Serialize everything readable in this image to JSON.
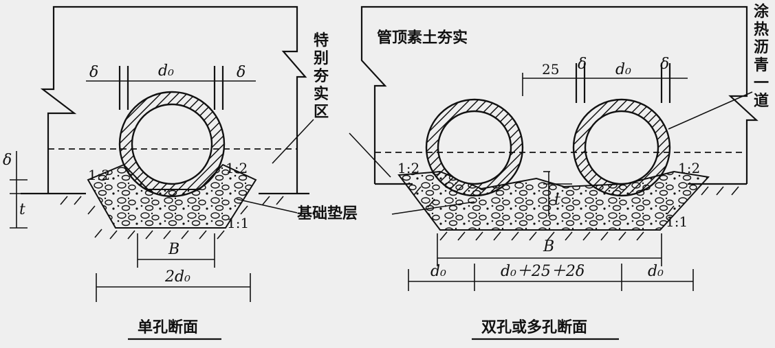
{
  "left": {
    "caption": "单孔断面",
    "compact_zone_label": [
      "特",
      "别",
      "夯",
      "实",
      "区"
    ],
    "foundation_label": "基础垫层",
    "slope_left": "1:2",
    "slope_right": "1:2",
    "slope_bottom": "1:1",
    "dim_delta_left": "δ",
    "dim_d0": "d₀",
    "dim_delta_right": "δ",
    "dim_delta_side": "δ",
    "dim_t": "t",
    "dim_B": "B",
    "dim_2d0": "2d₀"
  },
  "right": {
    "caption": "双孔或多孔断面",
    "top_label": "管顶素土夯实",
    "coating_label": [
      "涂",
      "热",
      "沥",
      "青",
      "一",
      "道"
    ],
    "slope_left": "1:2",
    "slope_right": "1:2",
    "slope_bottom": "1:1",
    "dim_25": "25",
    "dim_delta_a": "δ",
    "dim_d0_top": "d₀",
    "dim_delta_b": "δ",
    "dim_t": "t",
    "dim_B": "B",
    "dim_d0_left": "d₀",
    "dim_middle": "d₀＋25＋2δ",
    "dim_d0_right": "d₀"
  }
}
